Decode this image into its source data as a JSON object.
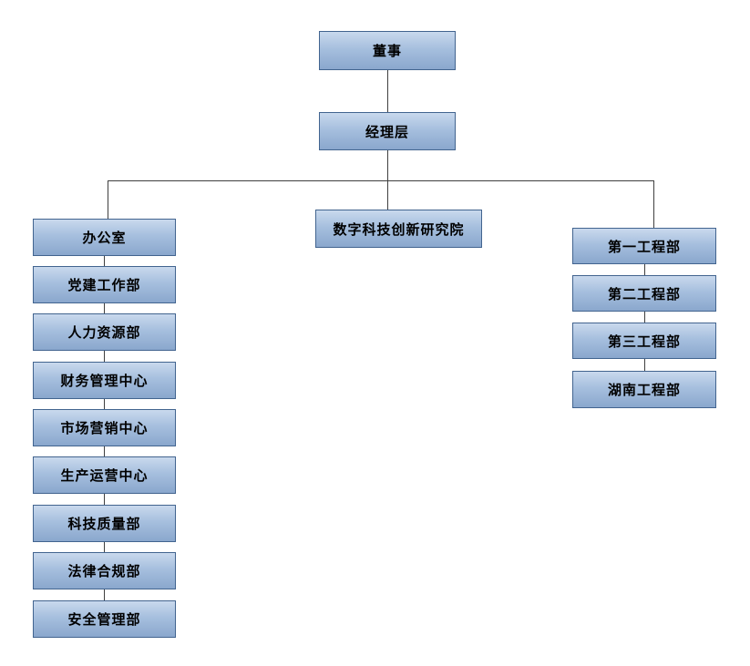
{
  "org_chart": {
    "root": {
      "label": "董事"
    },
    "management": {
      "label": "经理层"
    },
    "center": {
      "label": "数字科技创新研究院"
    },
    "left_departments": [
      {
        "label": "办公室"
      },
      {
        "label": "党建工作部"
      },
      {
        "label": "人力资源部"
      },
      {
        "label": "财务管理中心"
      },
      {
        "label": "市场营销中心"
      },
      {
        "label": "生产运营中心"
      },
      {
        "label": "科技质量部"
      },
      {
        "label": "法律合规部"
      },
      {
        "label": "安全管理部"
      }
    ],
    "right_departments": [
      {
        "label": "第一工程部"
      },
      {
        "label": "第二工程部"
      },
      {
        "label": "第三工程部"
      },
      {
        "label": "湖南工程部"
      }
    ],
    "colors": {
      "box_fill_top": "#c9d9ed",
      "box_fill_bottom": "#8aa7cd",
      "box_border": "#42648f",
      "connector": "#3f3f3f"
    }
  }
}
